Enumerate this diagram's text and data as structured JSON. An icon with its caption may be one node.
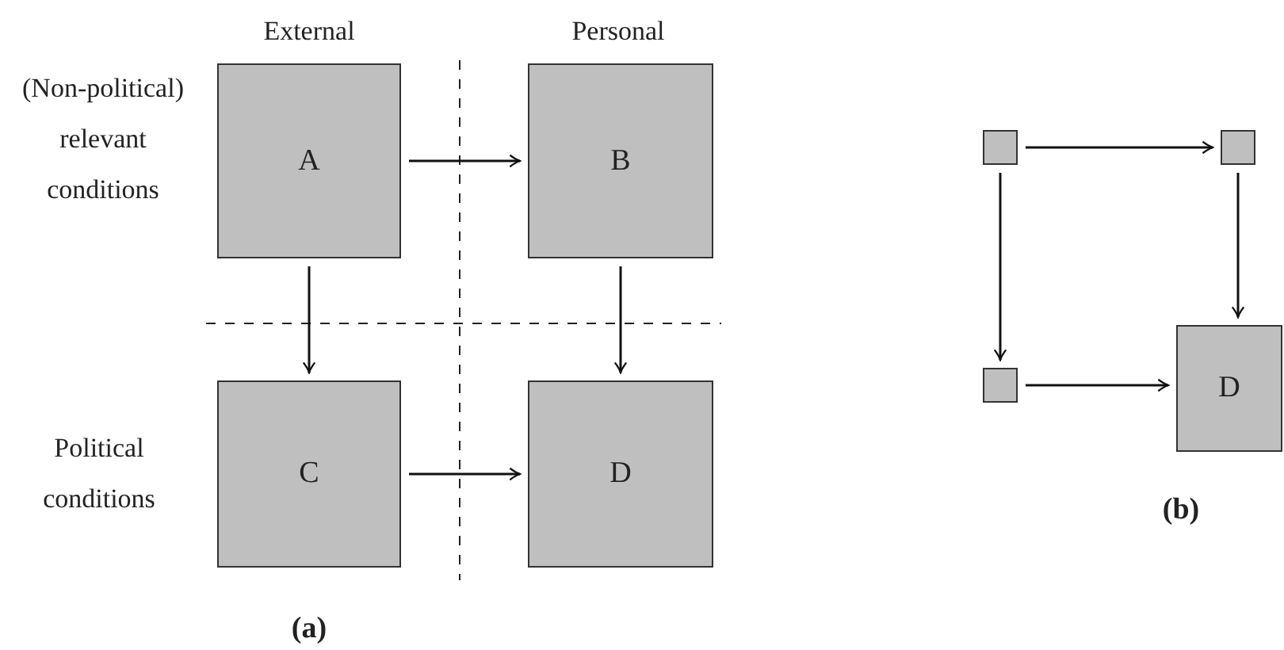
{
  "diagram": {
    "nodes": [
      {
        "text": [
          "A"
        ]
      },
      {
        "text": [
          "B"
        ]
      },
      {
        "text": [
          "C"
        ]
      },
      {
        "text": [
          "D"
        ]
      },
      {
        "text": [],
        "shape": "box"
      },
      {
        "text": [],
        "shape": "box"
      },
      {
        "text": [],
        "shape": "box"
      },
      {
        "text": [
          "D"
        ]
      }
    ],
    "edges": [
      {
        "from": 0,
        "to": 1,
        "arrow": "to"
      },
      {
        "from": 0,
        "to": 2,
        "arrow": "to"
      },
      {
        "from": 1,
        "to": 3,
        "arrow": "to"
      },
      {
        "from": 2,
        "to": 3,
        "arrow": "to"
      },
      {
        "from": 4,
        "to": 5,
        "arrow": "to"
      },
      {
        "from": 4,
        "to": 6,
        "arrow": "to"
      },
      {
        "from": 5,
        "to": 7,
        "arrow": "to"
      },
      {
        "from": 6,
        "to": 7,
        "arrow": "to"
      }
    ],
    "labels": [
      "External",
      "Personal",
      "(Non-political) relevant conditions",
      "Political conditions",
      "(a)",
      "(b)"
    ]
  }
}
